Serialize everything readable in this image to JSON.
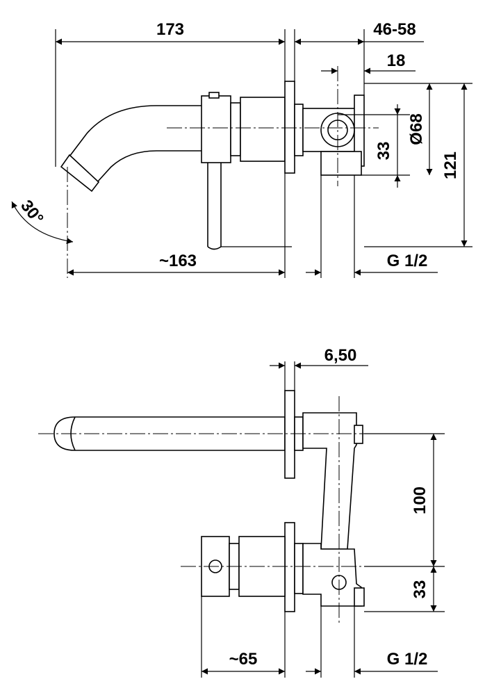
{
  "drawing": {
    "top_view": {
      "dim_overall_length": "173",
      "dim_wall_depth": "46-58",
      "dim_offset": "18",
      "dim_diameter": "Ø68",
      "dim_center": "33",
      "dim_height": "121",
      "dim_angle": "30°",
      "dim_spout_length": "~163",
      "dim_thread": "G 1/2"
    },
    "side_view": {
      "dim_plate": "6,50",
      "dim_center_distance": "100",
      "dim_center": "33",
      "dim_handle": "~65",
      "dim_thread": "G 1/2"
    }
  }
}
